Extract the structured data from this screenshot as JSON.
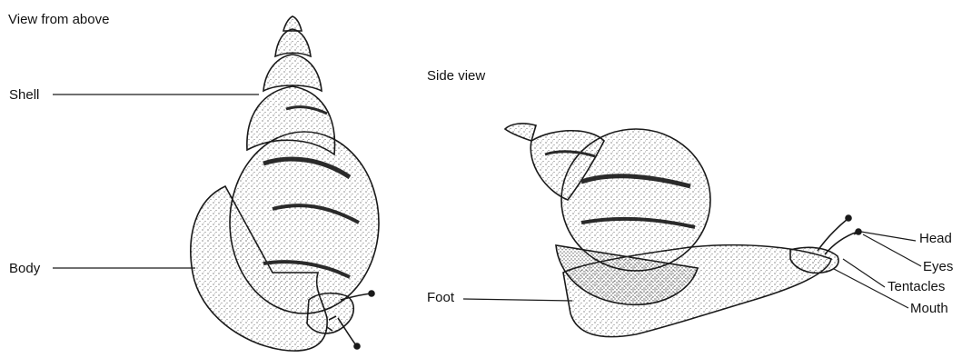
{
  "headings": {
    "top_view": "View from above",
    "side_view": "Side view"
  },
  "labels": {
    "shell": "Shell",
    "body": "Body",
    "foot": "Foot",
    "head": "Head",
    "eyes": "Eyes",
    "tentacles": "Tentacles",
    "mouth": "Mouth"
  },
  "colors": {
    "ink": "#1a1a1a",
    "paper": "#ffffff",
    "stipple": "#555555"
  }
}
